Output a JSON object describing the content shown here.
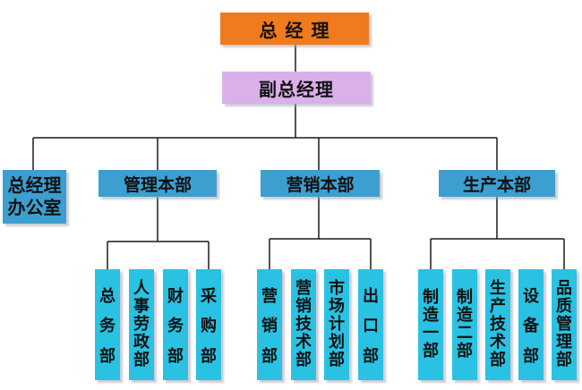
{
  "chart_title": "",
  "ceo": {
    "label": "总经理"
  },
  "vice": {
    "label": "副总经理"
  },
  "office": {
    "line1": "总经理",
    "line2": "办公室"
  },
  "divisions": [
    {
      "label": "管理本部",
      "departments": [
        "总务部",
        "人事劳政部",
        "财务部",
        "采购部"
      ]
    },
    {
      "label": "营销本部",
      "departments": [
        "营销部",
        "营销技术部",
        "市场计划部",
        "出口部"
      ]
    },
    {
      "label": "生产本部",
      "departments": [
        "制造一部",
        "制造二部",
        "生产技术部",
        "设备部",
        "品质管理部"
      ]
    }
  ],
  "colors": {
    "ceo": "#f07a1e",
    "vice": "#d9b0ea",
    "division": "#3d9fd0",
    "department": "#29c2e3",
    "line": "#1a1a1a"
  }
}
